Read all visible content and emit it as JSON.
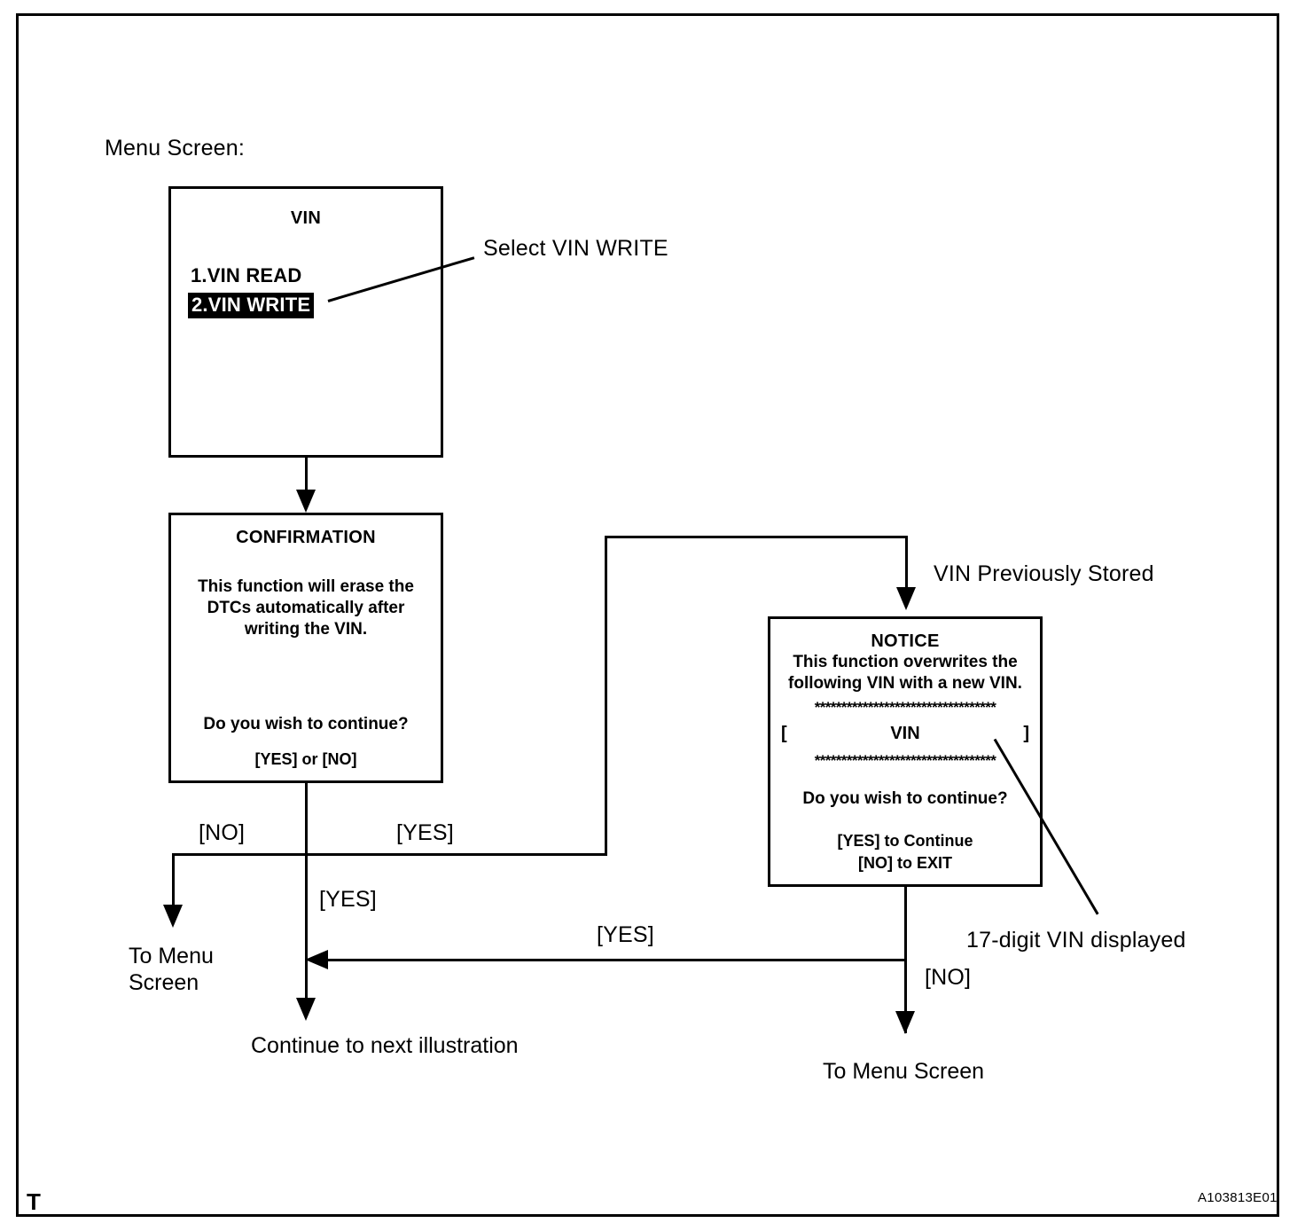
{
  "figure": {
    "heading": "Menu Screen:",
    "corner_mark": "T",
    "figure_code": "A103813E01"
  },
  "screens": {
    "vin_menu": {
      "title": "VIN",
      "items": [
        {
          "label": "1.VIN READ",
          "selected": false
        },
        {
          "label": "2.VIN WRITE",
          "selected": true
        }
      ]
    },
    "confirmation": {
      "title": "CONFIRMATION",
      "body_lines": [
        "This function will erase the",
        "DTCs automatically after",
        "writing the VIN."
      ],
      "question": "Do you wish to continue?",
      "answers": "[YES] or [NO]"
    },
    "notice": {
      "title": "NOTICE",
      "body_lines": [
        "This function overwrites the",
        "following VIN with a new VIN."
      ],
      "separator": "**********************************",
      "vin_field": {
        "left_bracket": "[",
        "value": "VIN",
        "right_bracket": "]"
      },
      "question": "Do you wish to continue?",
      "answers": [
        "[YES] to Continue",
        "[NO] to EXIT"
      ]
    }
  },
  "annotations": {
    "select_vin_write": "Select VIN WRITE",
    "vin_previously_stored": "VIN Previously Stored",
    "vin_digits": "17-digit VIN displayed"
  },
  "branch_labels": {
    "confirm_no": "[NO]",
    "confirm_yes_right": "[YES]",
    "confirm_yes_down": "[YES]",
    "notice_yes": "[YES]",
    "notice_no": "[NO]"
  },
  "terminators": {
    "to_menu_screen_left_line1": "To Menu",
    "to_menu_screen_left_line2": "Screen",
    "continue_next": "Continue to next illustration",
    "to_menu_screen_right": "To Menu Screen"
  }
}
